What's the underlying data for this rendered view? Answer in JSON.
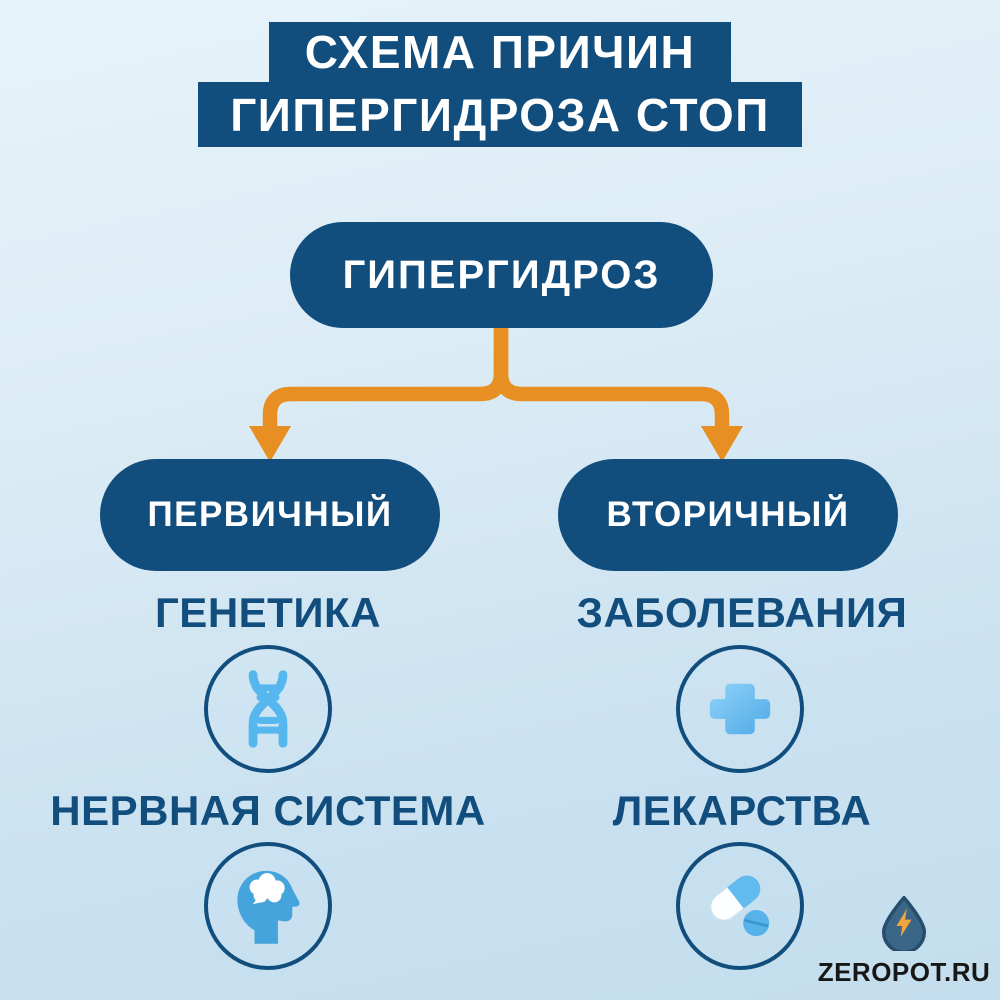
{
  "title": {
    "line1": "СХЕМА ПРИЧИН",
    "line2": "ГИПЕРГИДРОЗА СТОП"
  },
  "root_node": {
    "label": "ГИПЕРГИДРОЗ"
  },
  "branches": [
    {
      "label": "ПЕРВИЧНЫЙ",
      "causes": [
        {
          "label": "ГЕНЕТИКА",
          "icon": "dna-icon"
        },
        {
          "label": "НЕРВНАЯ СИСТЕМА",
          "icon": "head-brain-icon"
        }
      ]
    },
    {
      "label": "ВТОРИЧНЫЙ",
      "causes": [
        {
          "label": "ЗАБОЛЕВАНИЯ",
          "icon": "medical-cross-icon"
        },
        {
          "label": "ЛЕКАРСТВА",
          "icon": "pills-icon"
        }
      ]
    }
  ],
  "logo": {
    "text": "ZEROPOT.RU",
    "icon": "water-drop-lightning-icon"
  },
  "colors": {
    "navy": "#124E7D",
    "orange": "#E78F22",
    "icon_blue": "#5CB8EF",
    "bg_top": "#E7F3FA",
    "bg_bottom": "#C3DEEE",
    "logo_drop_fill": "#3A6787",
    "logo_drop_outline": "#284C6C",
    "logo_bolt": "#F2A43E"
  }
}
